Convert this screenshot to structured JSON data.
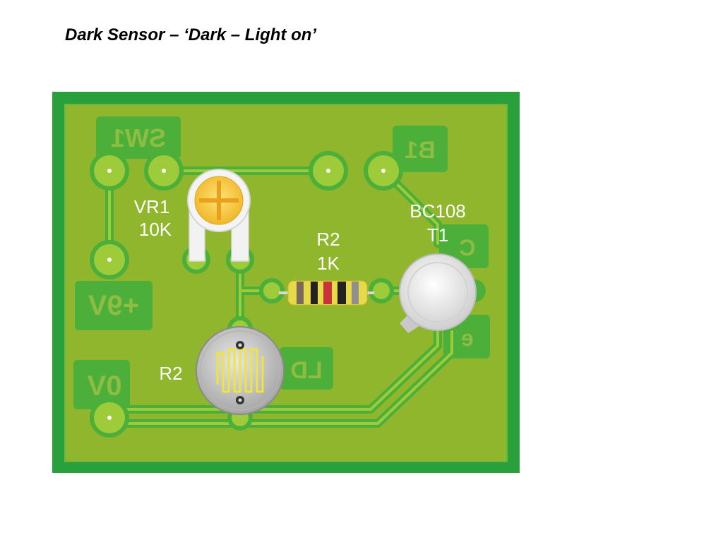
{
  "title": "Dark Sensor – ‘Dark – Light on’",
  "colors": {
    "board_outline": "#2aa03c",
    "board_fill": "#8fb62c",
    "copper_pour": "#4caf3a",
    "title_text": "#000000",
    "silkscreen": "#ffffff"
  },
  "pads": {
    "sw1": "SW1",
    "b1": "B1",
    "v9": "+9V",
    "v0": "0V",
    "ld": "LD",
    "c": "C",
    "e": "e"
  },
  "components": {
    "vr1": {
      "ref": "VR1",
      "value": "10K"
    },
    "r2_resistor": {
      "ref": "R2",
      "value": "1K"
    },
    "transistor": {
      "part": "BC108",
      "ref": "T1"
    },
    "ldr": {
      "ref": "R2"
    }
  },
  "icons": {
    "trimmer": "trimmer-potentiometer-icon",
    "resistor": "resistor-icon",
    "transistor": "transistor-icon",
    "ldr": "light-dependent-resistor-icon"
  }
}
